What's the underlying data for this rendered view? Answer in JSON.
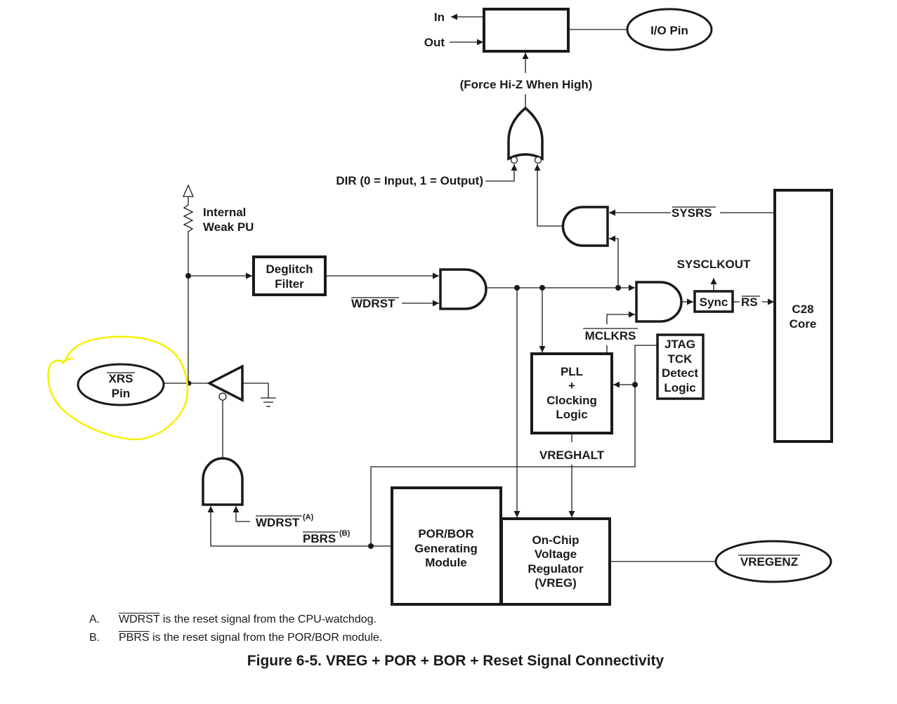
{
  "figure": {
    "caption": "Figure 6-5. VREG + POR + BOR + Reset Signal Connectivity",
    "highlight_color": "#f5f000"
  },
  "labels": {
    "in": "In",
    "out": "Out",
    "io_pin": "I/O Pin",
    "force_hiz": "(Force Hi-Z When High)",
    "dir": "DIR (0 = Input, 1 = Output)",
    "internal_pu_1": "Internal",
    "internal_pu_2": "Weak PU",
    "deglitch_1": "Deglitch",
    "deglitch_2": "Filter",
    "wdrst": "WDRST",
    "sysrs": "SYSRS",
    "sysclkout": "SYSCLKOUT",
    "sync": "Sync",
    "rs": "RS",
    "c28_1": "C28",
    "c28_2": "Core",
    "mclkrs": "MCLKRS",
    "jtag_1": "JTAG",
    "jtag_2": "TCK",
    "jtag_3": "Detect",
    "jtag_4": "Logic",
    "pll_1": "PLL",
    "pll_2": "+",
    "pll_3": "Clocking",
    "pll_4": "Logic",
    "vreghalt": "VREGHALT",
    "xrs_1": "XRS",
    "xrs_2": "Pin",
    "wdrst_a": "WDRST",
    "wdrst_a_sup": "(A)",
    "pbrs_b": "PBRS",
    "pbrs_b_sup": "(B)",
    "por_1": "POR/BOR",
    "por_2": "Generating",
    "por_3": "Module",
    "vreg_1": "On-Chip",
    "vreg_2": "Voltage",
    "vreg_3": "Regulator",
    "vreg_4": "(VREG)",
    "vregenz": "VREGENZ"
  },
  "notes": [
    {
      "letter": "A.",
      "signal": "WDRST",
      "text": " is the reset signal from the CPU-watchdog."
    },
    {
      "letter": "B.",
      "signal": "PBRS",
      "text": " is the reset signal from the POR/BOR module."
    }
  ]
}
